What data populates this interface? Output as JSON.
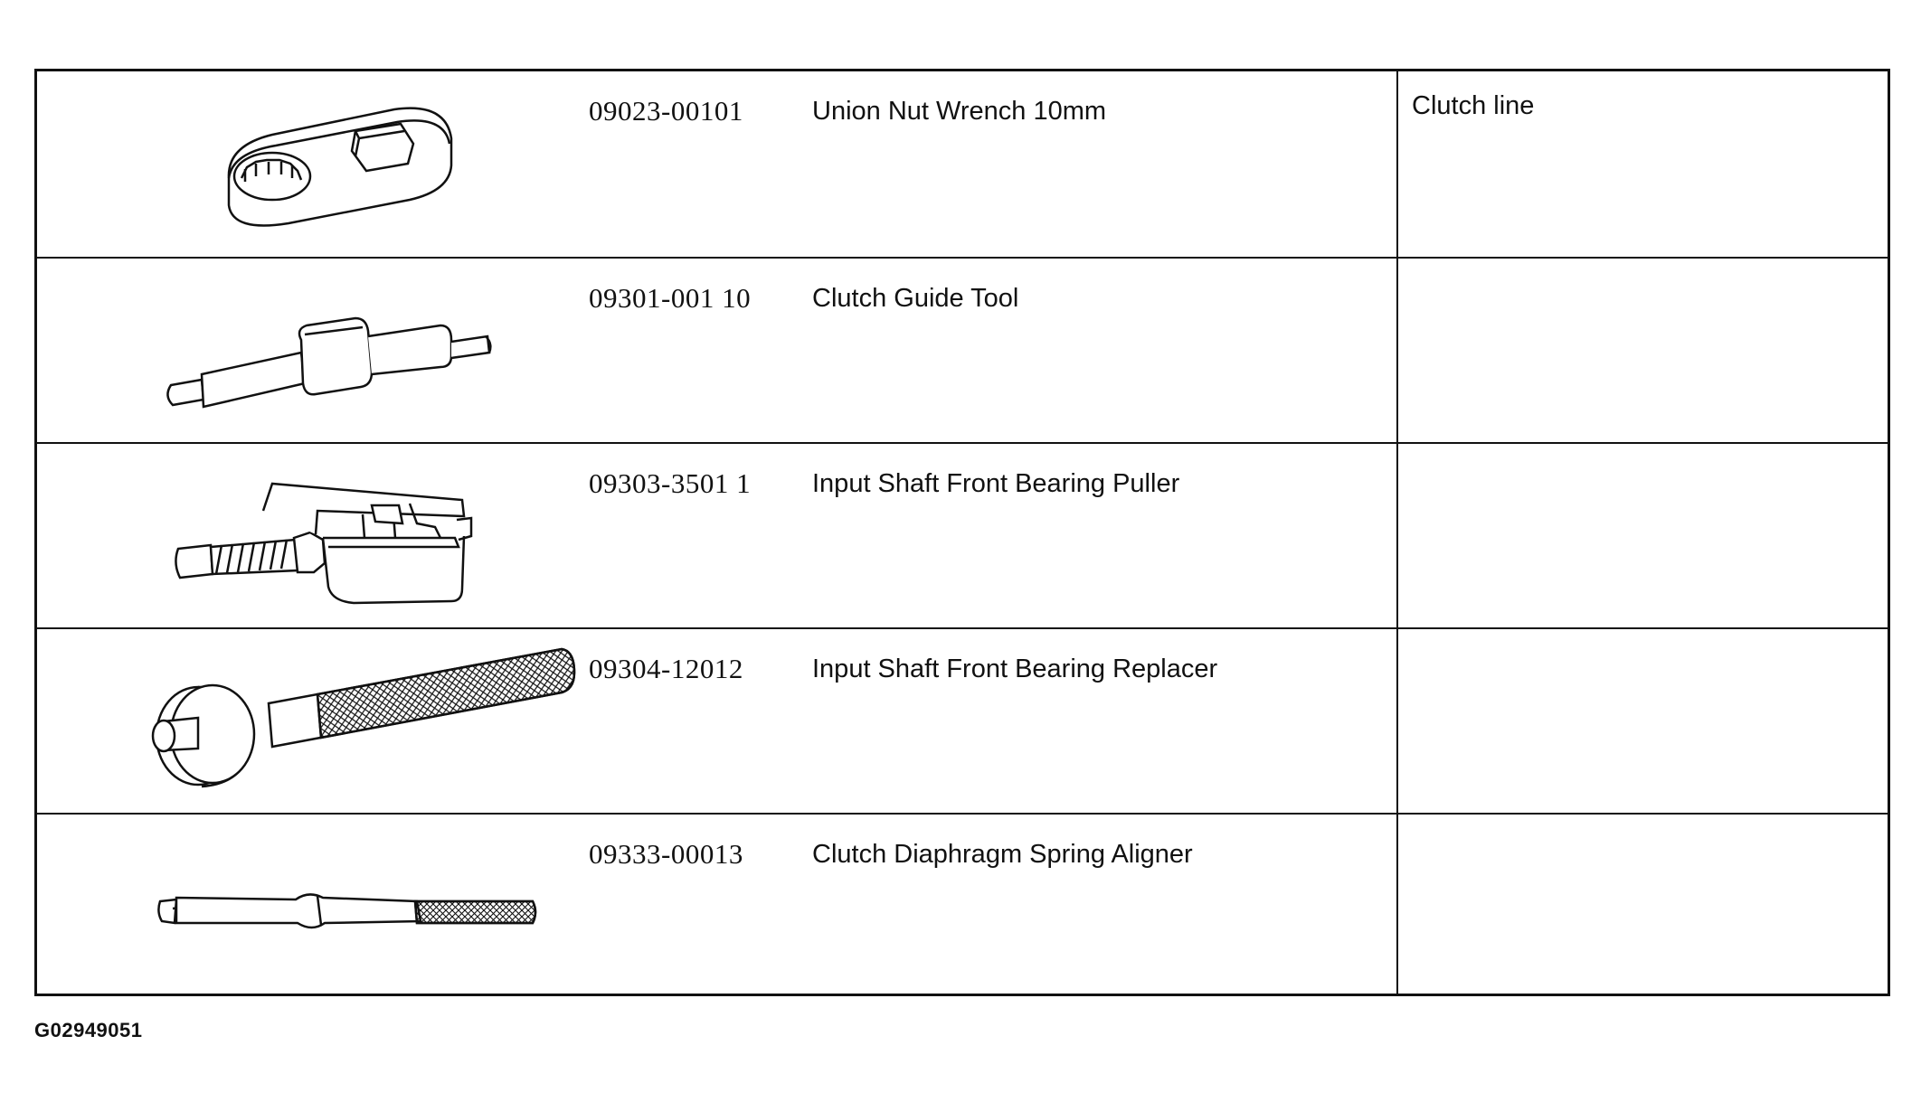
{
  "tools": [
    {
      "illustration_icon": "union-nut-wrench-icon",
      "part_number": "09023-00101",
      "name": "Union Nut Wrench 10mm",
      "note": "Clutch line"
    },
    {
      "illustration_icon": "clutch-guide-tool-icon",
      "part_number": "09301-001 10",
      "name": "Clutch Guide Tool",
      "note": ""
    },
    {
      "illustration_icon": "bearing-puller-icon",
      "part_number": "09303-3501 1",
      "name": "Input Shaft Front Bearing Puller",
      "note": ""
    },
    {
      "illustration_icon": "bearing-replacer-icon",
      "part_number": "09304-12012",
      "name": "Input Shaft Front Bearing Replacer",
      "note": ""
    },
    {
      "illustration_icon": "spring-aligner-icon",
      "part_number": "09333-00013",
      "name": "Clutch Diaphragm Spring Aligner",
      "note": ""
    }
  ],
  "figure_id": "G02949051"
}
